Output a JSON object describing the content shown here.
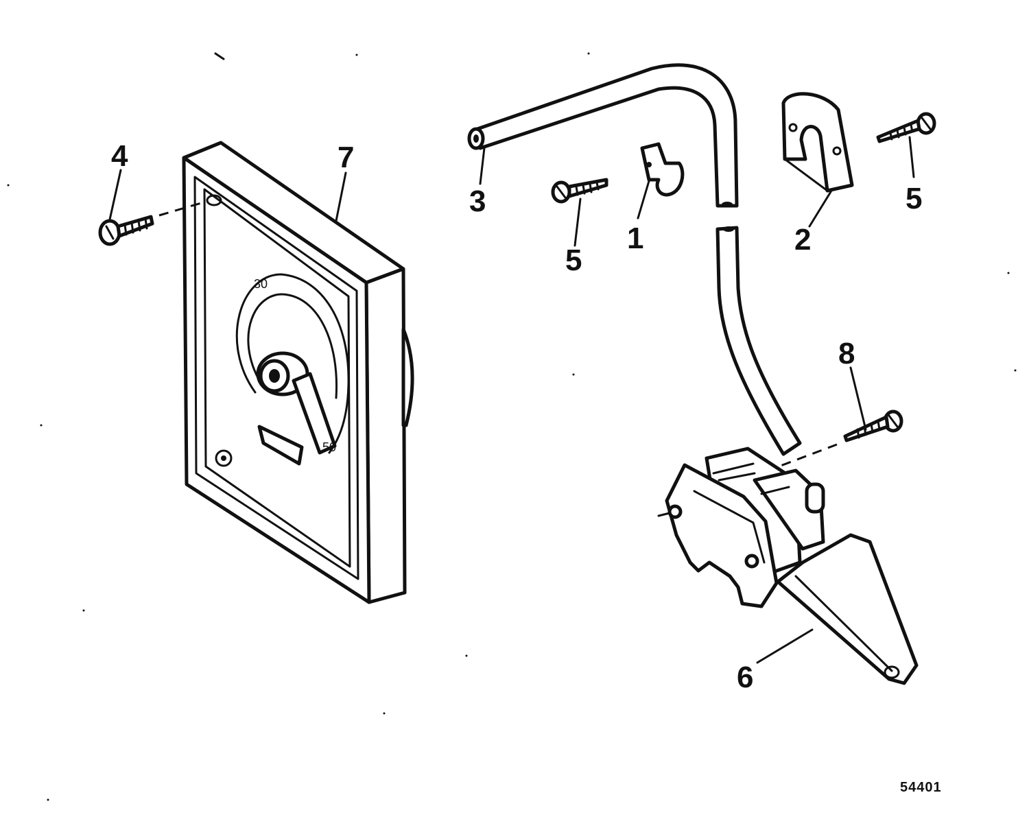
{
  "callouts": {
    "c1": "1",
    "c2": "2",
    "c3": "3",
    "c4": "4",
    "c5a": "5",
    "c5b": "5",
    "c6": "6",
    "c7": "7",
    "c8": "8"
  },
  "dial": {
    "label_30": "30",
    "label_50": "50"
  },
  "figure_number": "54401",
  "colors": {
    "ink": "#111111",
    "paper": "#ffffff"
  }
}
